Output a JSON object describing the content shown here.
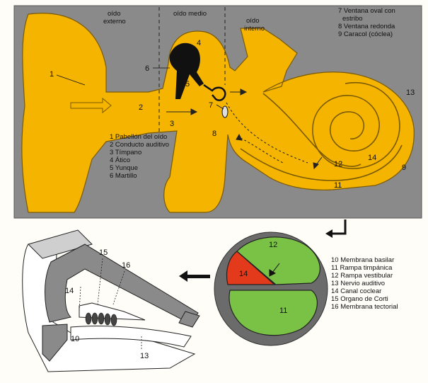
{
  "regions": {
    "outer": "oído\nexterno",
    "middle": "oído medio",
    "inner": "oído\ninterno"
  },
  "legend_top": [
    "7 Ventana oval con",
    "estribo",
    "8 Ventana redonda",
    "9 Caracol (cóclea)"
  ],
  "legend_left": [
    "1 Pabellón del oído",
    "2 Conducto auditivo",
    "3 Tímpano",
    "4 Ático",
    "5 Yunque",
    "6 Martillo"
  ],
  "legend_right": [
    "10 Membrana basilar",
    "11 Rampa timpánica",
    "12 Rampa vestibular",
    "13 Nervio auditivo",
    "14 Canal coclear",
    "15 Organo de Corti",
    "16 Membrana tectorial"
  ],
  "numbers": {
    "n1": "1",
    "n2": "2",
    "n3": "3",
    "n4": "4",
    "n5": "5",
    "n6": "6",
    "n7": "7",
    "n8": "8",
    "n9": "9",
    "n11": "11",
    "n12": "12",
    "n13": "13",
    "n14": "14",
    "c11": "11",
    "c12": "12",
    "c14": "14",
    "d10": "10",
    "d13": "13",
    "d14": "14",
    "d15": "15",
    "d16": "16"
  },
  "colors": {
    "bone": "#8a8a8a",
    "ear": "#f5b400",
    "scala": "#79c245",
    "duct": "#e43a1c",
    "background": "#fefdf8",
    "ink": "#111111"
  }
}
